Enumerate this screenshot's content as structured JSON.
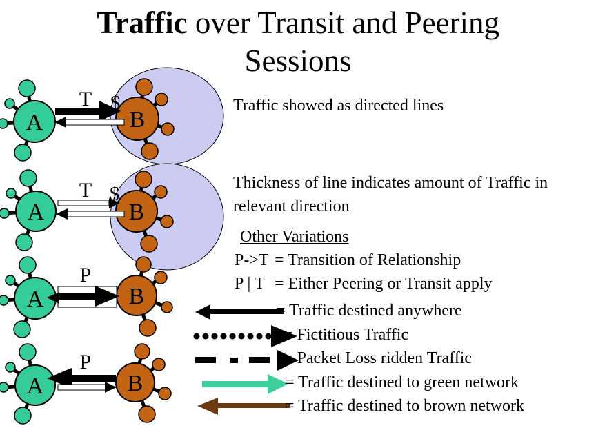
{
  "title": {
    "emphasis": "Traffic",
    "rest": " over Transit and Peering Sessions"
  },
  "notes": {
    "directed_lines": "Traffic showed as directed lines",
    "thickness": "Thickness of line indicates amount of Traffic in relevant direction"
  },
  "diagram": {
    "rows": [
      {
        "relationship": "T",
        "cost": "$",
        "node_a": "A",
        "node_b": "B"
      },
      {
        "relationship": "T",
        "cost": "$",
        "node_a": "A",
        "node_b": "B"
      },
      {
        "relationship": "P",
        "node_a": "A",
        "node_b": "B"
      },
      {
        "relationship": "P",
        "node_a": "A",
        "node_b": "B"
      }
    ]
  },
  "other_variations": {
    "heading": "Other Variations",
    "items": [
      {
        "symbol": "P->T",
        "description": "= Transition of Relationship"
      },
      {
        "symbol": "P | T",
        "description": "= Either Peering or Transit apply"
      }
    ]
  },
  "legend": {
    "anywhere": "= Traffic destined anywhere",
    "fictitious": "= Fictitious Traffic",
    "packet_loss": "= Packet Loss ridden Traffic",
    "green": "= Traffic destined to green network",
    "brown": "= Traffic destined to brown network"
  },
  "colors": {
    "green_node": "#34CC98",
    "brown_node": "#C26414",
    "ellipse": "#CCCCF2",
    "green_arrow": "#3CCF99",
    "brown_arrow": "#6A3A12"
  }
}
